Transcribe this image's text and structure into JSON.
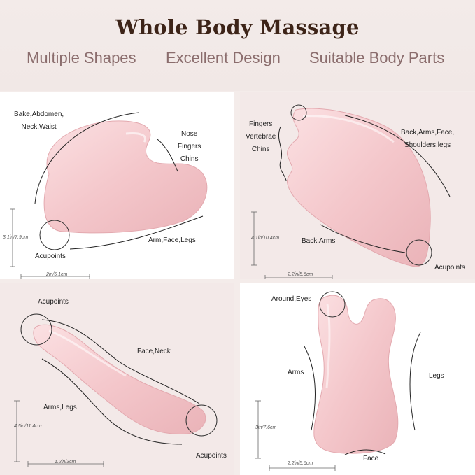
{
  "header": {
    "title": "Whole Body Massage",
    "subtitles": [
      "Multiple Shapes",
      "Excellent Design",
      "Suitable Body Parts"
    ]
  },
  "panels": [
    {
      "labels": {
        "top_left": [
          "Bake,Abdomen,",
          "Neck,Waist"
        ],
        "right": [
          "Nose",
          "Fingers",
          "Chins"
        ],
        "bottom_right": "Arm,Face,Legs",
        "bottom_left": "Acupoints"
      },
      "dims": {
        "height": "3.1in/7.9cm",
        "width": "2in/5.1cm"
      }
    },
    {
      "labels": {
        "left": [
          "Fingers",
          "Vertebrae",
          "Chins"
        ],
        "right": [
          "Back,Arms,Face,",
          "Shoulders,legs"
        ],
        "bottom": "Back,Arms",
        "bottom_right": "Acupoints"
      },
      "dims": {
        "height": "4.1in/10.4cm",
        "width": "2.2in/5.6cm"
      }
    },
    {
      "labels": {
        "top": "Acupoints",
        "right": "Face,Neck",
        "left": "Arms,Legs",
        "bottom_right": "Acupoints"
      },
      "dims": {
        "height": "4.5in/11.4cm",
        "width": "1.2in/3cm"
      }
    },
    {
      "labels": {
        "top": "Around,Eyes",
        "left": "Arms",
        "right": "Legs",
        "bottom": "Face"
      },
      "dims": {
        "height": "3in/7.6cm",
        "width": "2.2in/5.6cm"
      }
    }
  ],
  "colors": {
    "stone": "#f3c6c9",
    "stone_shade": "#e9aeb4",
    "title": "#3d2418",
    "subtitle": "#8b6d6d"
  }
}
